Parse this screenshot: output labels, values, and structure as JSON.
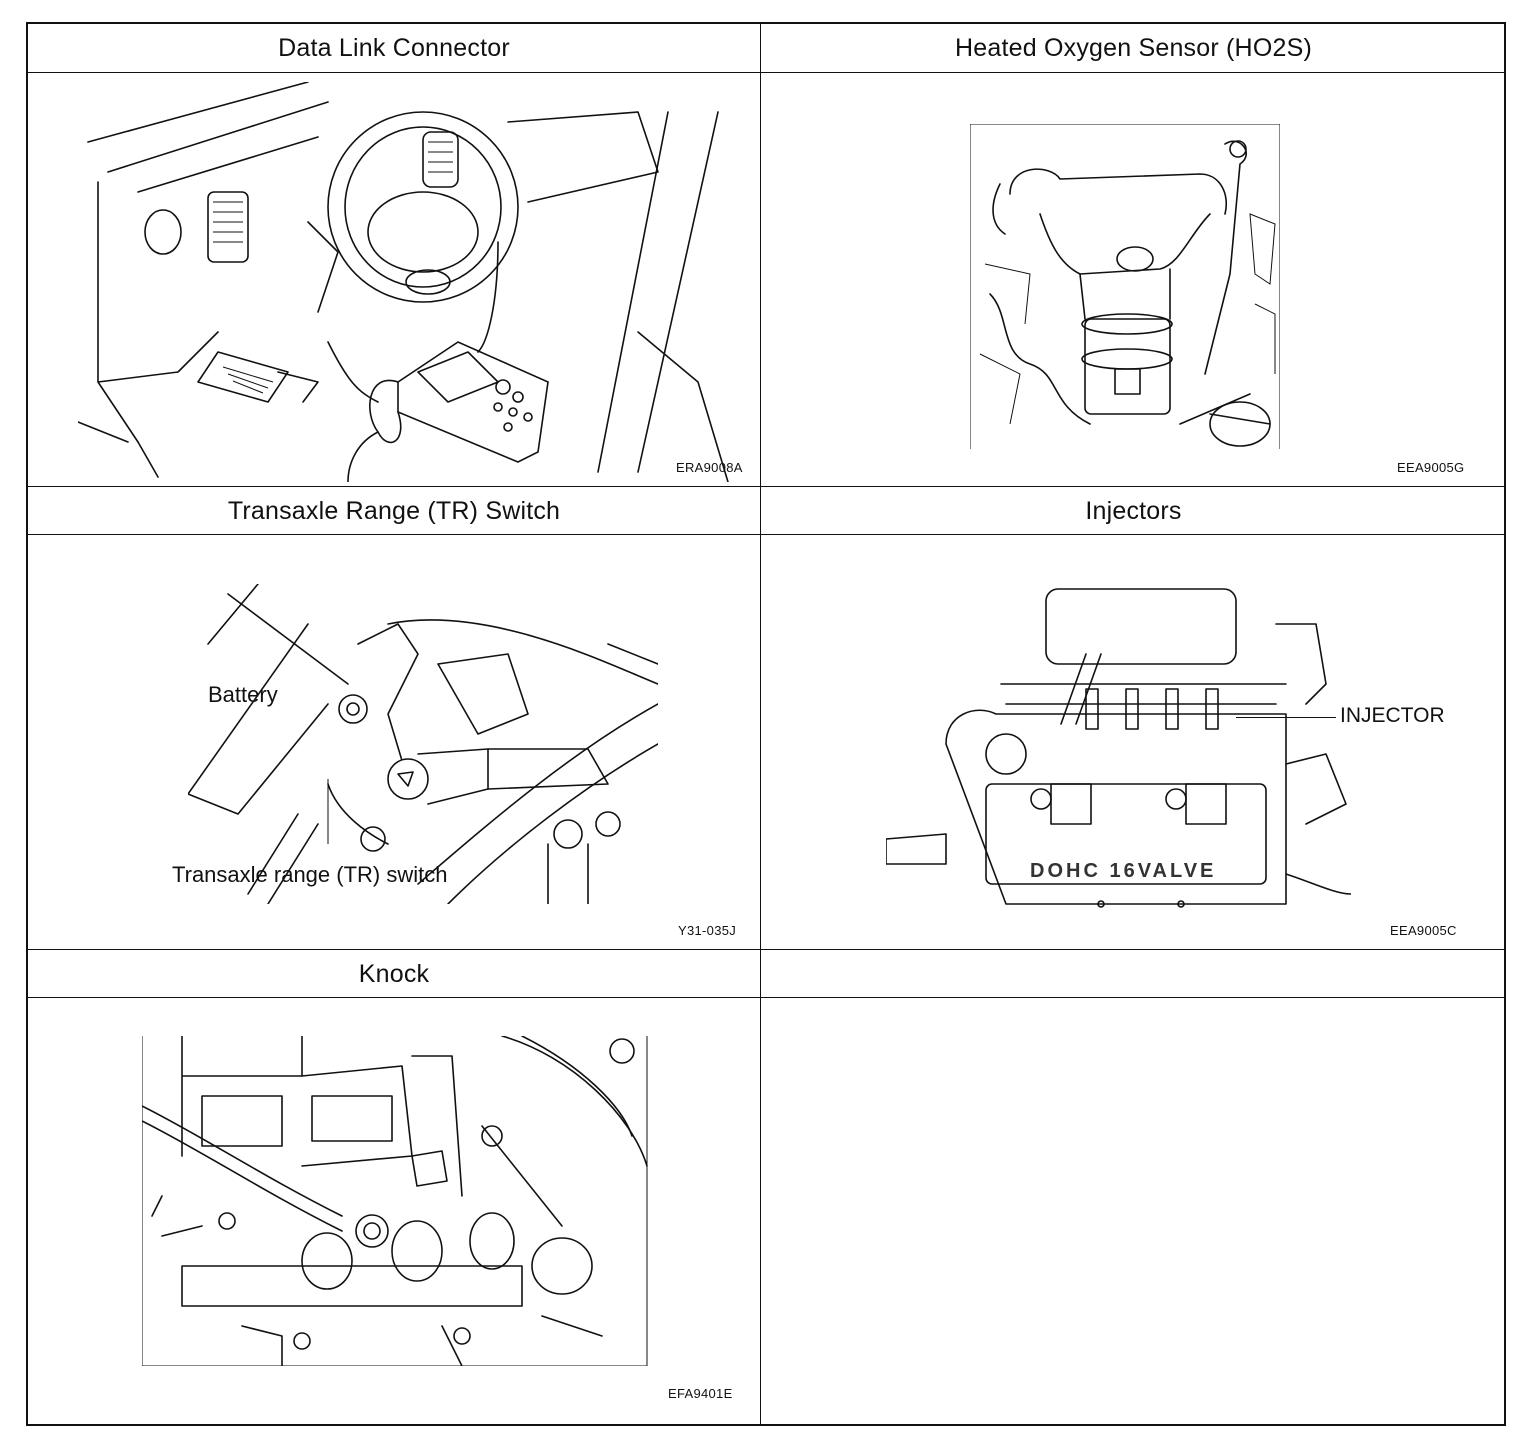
{
  "panels": [
    {
      "title": "Data Link Connector",
      "code": "ERA9008A"
    },
    {
      "title": "Heated Oxygen Sensor (HO2S)",
      "code": "EEA9005G"
    },
    {
      "title": "Transaxle Range (TR) Switch",
      "code": "Y31-035J",
      "labels": [
        "Battery",
        "Transaxle range (TR) switch"
      ]
    },
    {
      "title": "Injectors",
      "code": "EEA9005C",
      "labels": [
        "INJECTOR"
      ],
      "engraving": "DOHC 16VALVE"
    },
    {
      "title": "Knock",
      "code": "EFA9401E"
    },
    {
      "title": ""
    }
  ]
}
